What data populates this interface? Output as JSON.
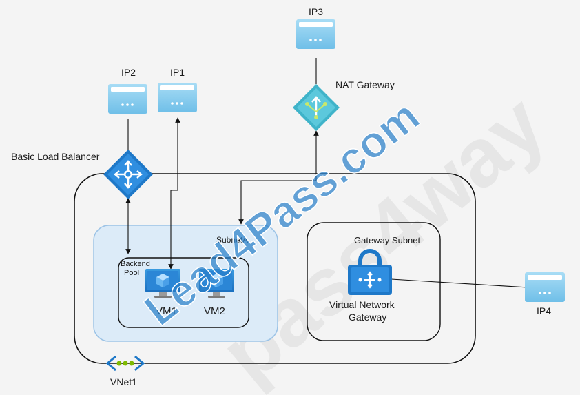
{
  "labels": {
    "ip1": "IP1",
    "ip2": "IP2",
    "ip3": "IP3",
    "ip4": "IP4",
    "nat_gateway": "NAT Gateway",
    "basic_load_balancer": "Basic Load Balancer",
    "subnet_a": "SubnetA",
    "backend_pool_line1": "Backend",
    "backend_pool_line2": "Pool",
    "vm1": "VM1",
    "vm2": "VM2",
    "gateway_subnet": "Gateway Subnet",
    "vng_line1": "Virtual Network",
    "vng_line2": "Gateway",
    "vnet1": "VNet1"
  },
  "watermark": {
    "main": "Lead4Pass.com",
    "faint": "pass4way"
  },
  "colors": {
    "azure_blue": "#1e78c8",
    "ip_light": "#8fd0f0",
    "ip_dark": "#4aa6d8",
    "subnet_fill": "#dcebf8",
    "subnet_stroke": "#9cc3e6",
    "nat_teal": "#3fb3c9",
    "vnet_green": "#7fba00",
    "watermark_blue": "#2a7fc9"
  }
}
